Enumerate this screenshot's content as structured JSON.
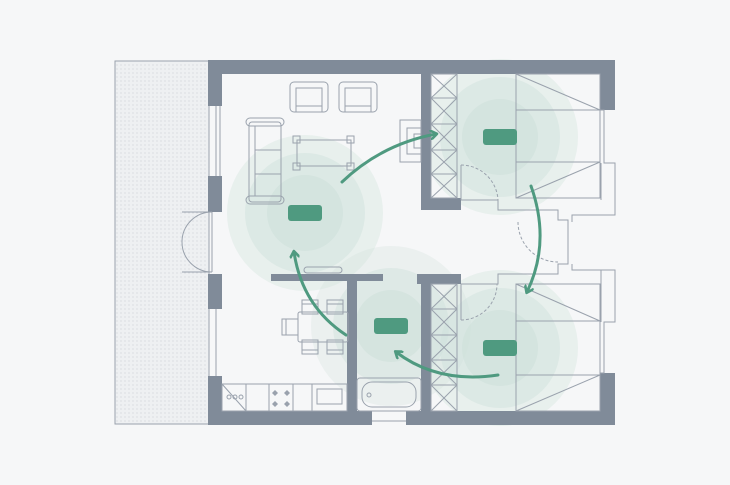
{
  "colors": {
    "background": "#f6f7f8",
    "wall": "#808b99",
    "line": "#9aa2ad",
    "fine_line": "#a9b0b8",
    "sensor": "#4f9a80",
    "coverage": "#cfe1db",
    "arrow": "#4f9a80",
    "hatch_fill": "#eef0f2"
  },
  "icons": {
    "sensor": "sensor-node-icon",
    "flow": "curved-arrow-icon"
  },
  "sensors": [
    {
      "id": "living-room",
      "room": "living-room"
    },
    {
      "id": "bedroom-top",
      "room": "bedroom-top"
    },
    {
      "id": "bathroom",
      "room": "bathroom"
    },
    {
      "id": "bedroom-bottom",
      "room": "bedroom-bottom"
    }
  ],
  "flows": [
    {
      "id": "living-to-bedroom-top",
      "from": "living-room",
      "to": "bedroom-top"
    },
    {
      "id": "bedroom-top-to-bedroom-bottom",
      "from": "bedroom-top",
      "to": "bedroom-bottom"
    },
    {
      "id": "bedroom-bottom-to-bathroom",
      "from": "bedroom-bottom",
      "to": "bathroom"
    },
    {
      "id": "bathroom-to-living",
      "from": "bathroom",
      "to": "living-room"
    }
  ]
}
